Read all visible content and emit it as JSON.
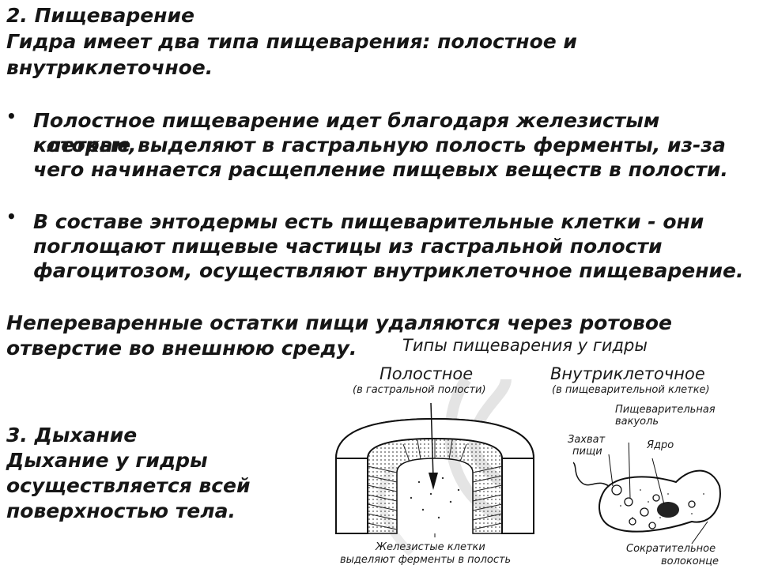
{
  "section2": {
    "heading": "2. Пищеварение",
    "intro_line1": "Гидра имеет два типа пищеварения: полостное и",
    "intro_line2": "внутриклеточное.",
    "bullets": [
      {
        "marker": "•",
        "lines": [
          "Полостное пищеварение идет благодаря железистым клеткам,",
          "которые выделяют в гастральную полость ферменты, из-за",
          "чего начинается расщепление пищевых веществ в полости."
        ]
      },
      {
        "marker": "•",
        "lines": [
          "В составе энтодермы есть пищеварительные клетки - они",
          "поглощают пищевые частицы из гастральной полости",
          "фагоцитозом, осуществляют внутриклеточное пищеварение."
        ]
      }
    ],
    "closing_line1": "Непереваренные остатки пищи удаляются через ротовое",
    "closing_line2": "отверстие во внешнюю среду."
  },
  "section3": {
    "heading": "3. Дыхание",
    "line1": "Дыхание у гидры",
    "line2": "осуществляется всей",
    "line3": "поверхностью тела."
  },
  "diagram": {
    "title": "Типы пищеварения у гидры",
    "cavity_title": "Полостное",
    "cavity_subtitle": "(в гастральной полости)",
    "intracellular_title": "Внутриклеточное",
    "intracellular_subtitle": "(в пищеварительной клетке)",
    "label_vacuole_1": "Пищеварительная",
    "label_vacuole_2": "вакуоль",
    "label_capture_1": "Захват",
    "label_capture_2": "пищи",
    "label_nucleus": "Ядро",
    "label_glands_1": "Железистые клетки",
    "label_glands_2": "выделяют ферменты в полость",
    "label_fiber_1": "Сократительное",
    "label_fiber_2": "волоконце"
  }
}
